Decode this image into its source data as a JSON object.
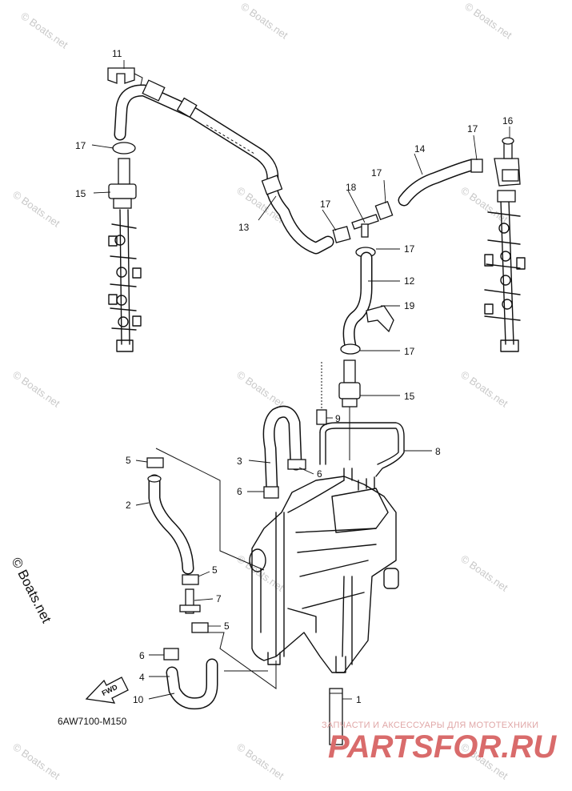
{
  "watermark": "© Boats.net",
  "side_copyright": "© Boats.net",
  "diagram_code": "6AW7100-M150",
  "fwd_label": "FWD",
  "shop_tagline": "ЗАПЧАСТИ И АКСЕССУАРЫ ДЛЯ МОТОТЕХНИКИ",
  "shop_logo": "PARTSFOR.RU",
  "callouts": {
    "c1": "1",
    "c2": "2",
    "c3": "3",
    "c4": "4",
    "c5a": "5",
    "c5b": "5",
    "c5c": "5",
    "c6a": "6",
    "c6b": "6",
    "c6c": "6",
    "c7": "7",
    "c8": "8",
    "c9": "9",
    "c10": "10",
    "c11": "11",
    "c12": "12",
    "c13": "13",
    "c14": "14",
    "c15a": "15",
    "c15b": "15",
    "c16": "16",
    "c17a": "17",
    "c17b": "17",
    "c17c": "17",
    "c17d": "17",
    "c17e": "17",
    "c17f": "17",
    "c18": "18",
    "c19": "19"
  },
  "colors": {
    "line": "#111111",
    "watermark": "#c9c9c9",
    "shop_red": "#d96b6b"
  }
}
